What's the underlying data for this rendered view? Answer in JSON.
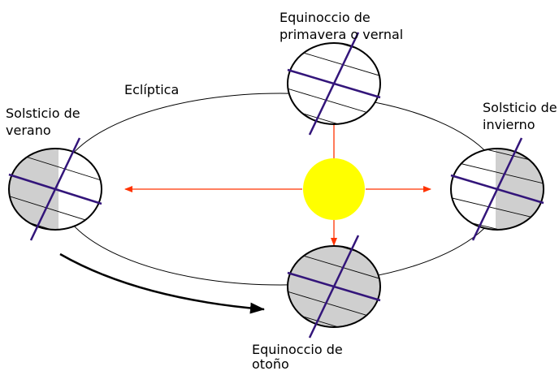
{
  "labels": {
    "ecliptic": "Eclíptica",
    "summer_solstice": [
      "Solsticio de",
      "verano"
    ],
    "winter_solstice": [
      "Solsticio de",
      "invierno"
    ],
    "spring_equinox": [
      "Equinoccio de",
      "primavera o vernal"
    ],
    "autumn_equinox": [
      "Equinoccio de",
      "otoño"
    ]
  },
  "colors": {
    "sun_fill": "#ffff00",
    "sun_ray": "#ff3300",
    "axis": "#33157a",
    "night_shade": "#cfcfcf",
    "orbit": "#000000"
  },
  "icons": [
    "sun-icon",
    "earth-icon",
    "orbit-direction-arrow-icon"
  ]
}
